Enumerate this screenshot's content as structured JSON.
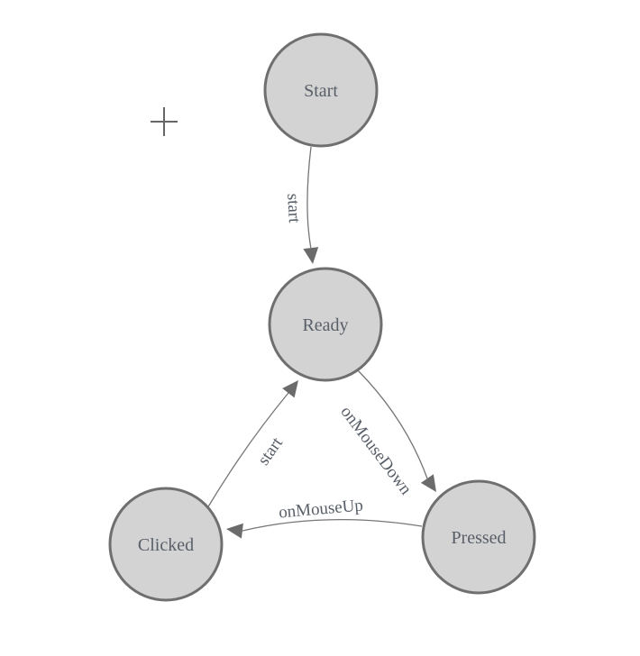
{
  "diagram": {
    "type": "state-machine",
    "colors": {
      "background": "#ffffff",
      "node_fill": "#d3d3d3",
      "node_stroke": "#6f6f6f",
      "edge": "#76767a",
      "arrow": "#6b6b6b",
      "label_text": "#595f68",
      "crosshair": "#666666"
    },
    "nodes": [
      {
        "label": "Start"
      },
      {
        "label": "Ready"
      },
      {
        "label": "Clicked"
      },
      {
        "label": "Pressed"
      }
    ],
    "edges": [
      {
        "from": "Start",
        "to": "Ready",
        "label": "start"
      },
      {
        "from": "Clicked",
        "to": "Ready",
        "label": "start"
      },
      {
        "from": "Ready",
        "to": "Pressed",
        "label": "onMouseDown"
      },
      {
        "from": "Pressed",
        "to": "Clicked",
        "label": "onMouseUp"
      }
    ]
  }
}
